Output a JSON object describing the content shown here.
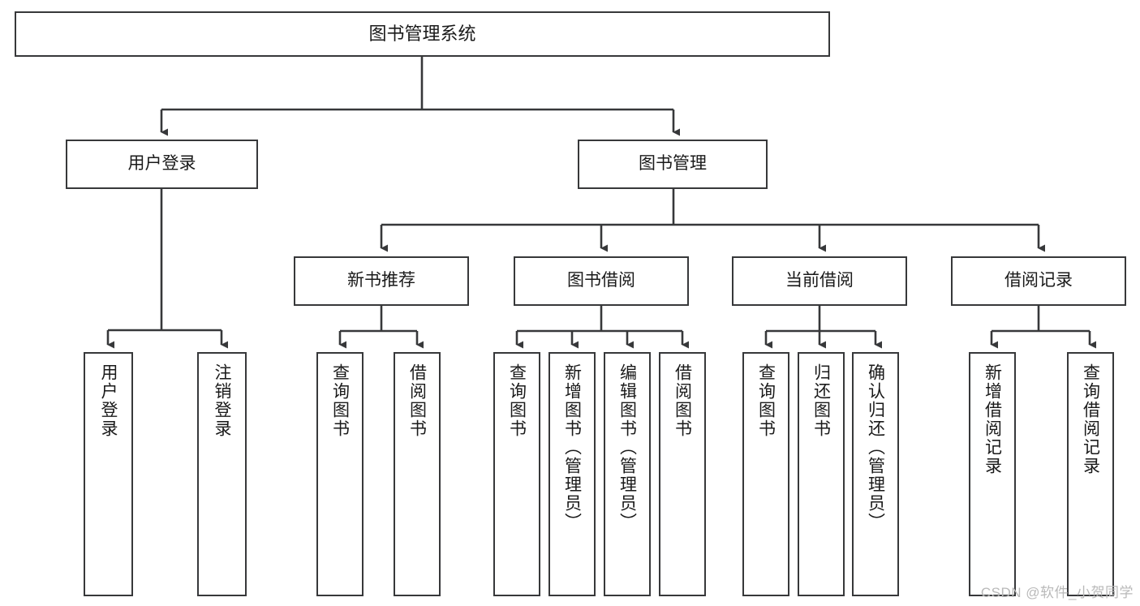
{
  "diagram": {
    "title": "图书管理系统",
    "type": "tree-hierarchy-chart",
    "watermark": "CSDN @软件_小贺同学",
    "colors": {
      "box_border": "#37383a",
      "box_fill": "#ffffff",
      "connector": "#37383a",
      "text": "#1a1a1a",
      "watermark": "#b9b9b9"
    },
    "root": {
      "label": "图书管理系统"
    },
    "level2": [
      {
        "label": "用户登录"
      },
      {
        "label": "图书管理"
      }
    ],
    "level3": [
      {
        "label": "新书推荐"
      },
      {
        "label": "图书借阅"
      },
      {
        "label": "当前借阅"
      },
      {
        "label": "借阅记录"
      }
    ],
    "leaves": {
      "user_login": [
        {
          "label": "用户登录"
        },
        {
          "label": "注销登录"
        }
      ],
      "new_book_recommend": [
        {
          "label": "查询图书"
        },
        {
          "label": "借阅图书"
        }
      ],
      "book_borrow": [
        {
          "label": "查询图书"
        },
        {
          "label": "新增图书（管理员）"
        },
        {
          "label": "编辑图书（管理员）"
        },
        {
          "label": "借阅图书"
        }
      ],
      "current_borrow": [
        {
          "label": "查询图书"
        },
        {
          "label": "归还图书"
        },
        {
          "label": "确认归还（管理员）"
        }
      ],
      "borrow_records": [
        {
          "label": "新增借阅记录"
        },
        {
          "label": "查询借阅记录"
        }
      ]
    }
  }
}
